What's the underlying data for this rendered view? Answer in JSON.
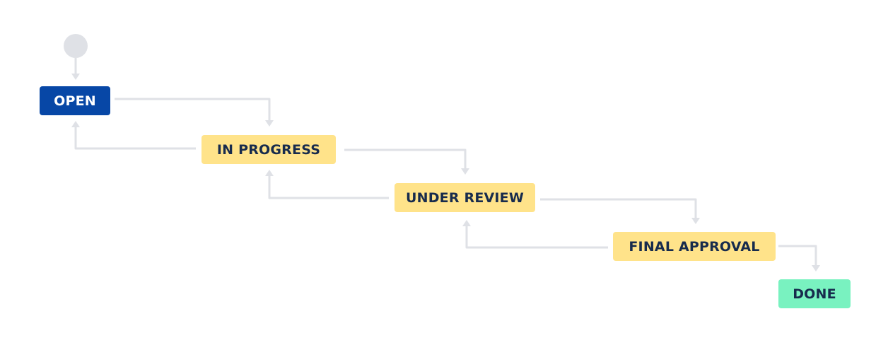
{
  "workflow": {
    "statuses": [
      {
        "id": "open",
        "label": "OPEN",
        "category": "new",
        "color": "#0747A6",
        "text_color": "#FFFFFF"
      },
      {
        "id": "in_progress",
        "label": "IN PROGRESS",
        "category": "in-progress",
        "color": "#FFE38A",
        "text_color": "#172B4D"
      },
      {
        "id": "under_review",
        "label": "UNDER REVIEW",
        "category": "in-progress",
        "color": "#FFE38A",
        "text_color": "#172B4D"
      },
      {
        "id": "final_approval",
        "label": "FINAL APPROVAL",
        "category": "in-progress",
        "color": "#FFE38A",
        "text_color": "#172B4D"
      },
      {
        "id": "done",
        "label": "DONE",
        "category": "done",
        "color": "#79F2C0",
        "text_color": "#172B4D"
      }
    ],
    "transitions": [
      {
        "from": "start",
        "to": "open"
      },
      {
        "from": "open",
        "to": "in_progress"
      },
      {
        "from": "in_progress",
        "to": "open"
      },
      {
        "from": "in_progress",
        "to": "under_review"
      },
      {
        "from": "under_review",
        "to": "in_progress"
      },
      {
        "from": "under_review",
        "to": "final_approval"
      },
      {
        "from": "final_approval",
        "to": "under_review"
      },
      {
        "from": "final_approval",
        "to": "done"
      }
    ],
    "connector_color": "#DFE1E6",
    "start_marker_color": "#DFE1E6"
  }
}
